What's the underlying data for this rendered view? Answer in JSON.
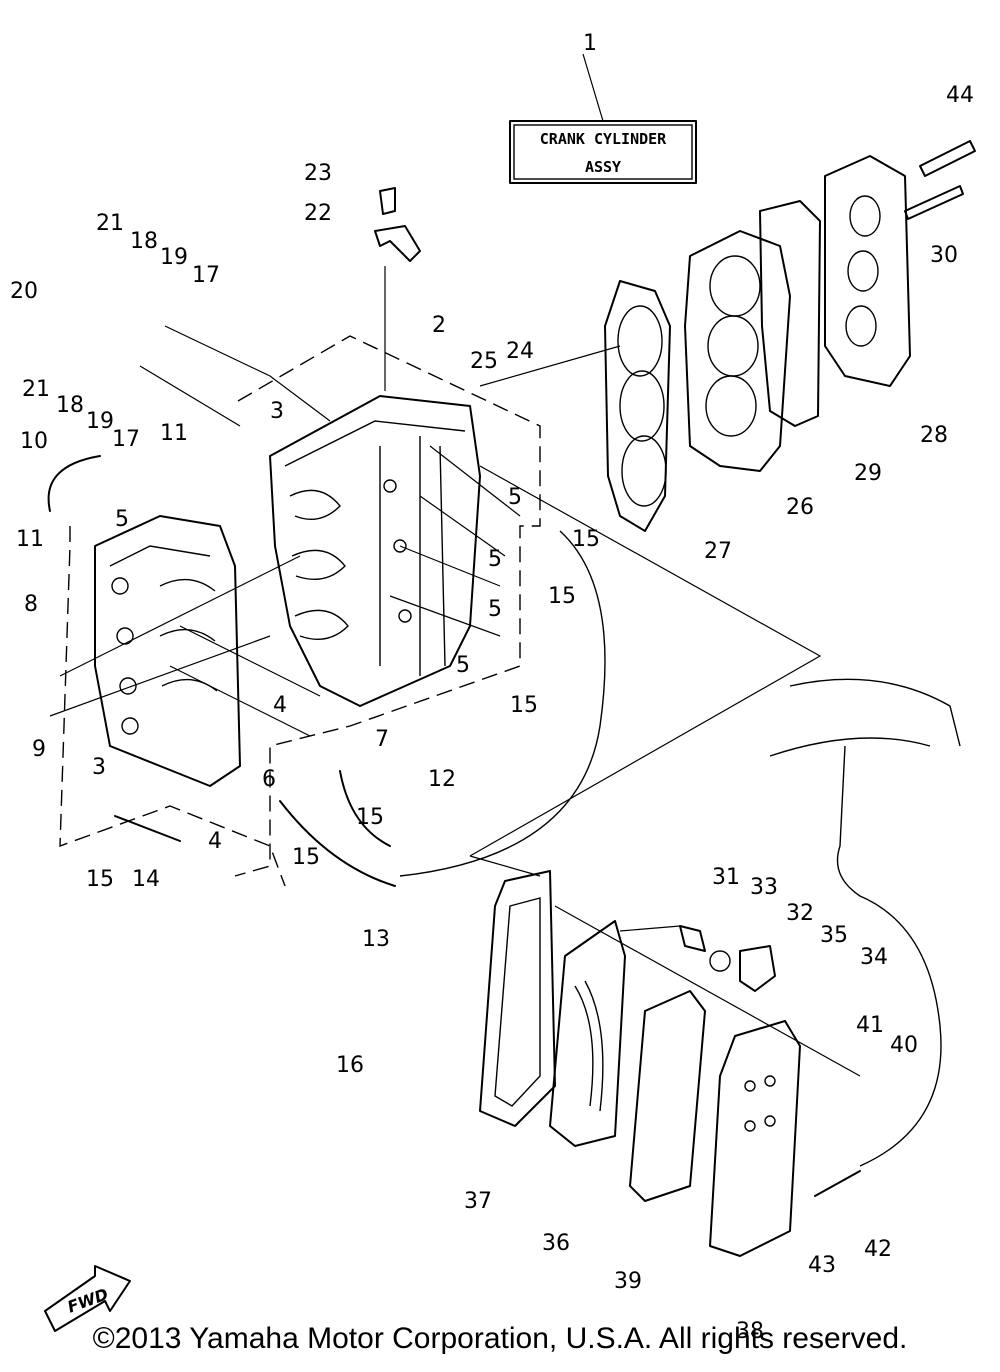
{
  "title_box": {
    "line1": "CRANK CYLINDER",
    "line2": "ASSY"
  },
  "fwd_label": "FWD",
  "copyright": "©2013 Yamaha Motor Corporation, U.S.A. All rights reserved.",
  "callouts": [
    "1",
    "2",
    "3",
    "3",
    "4",
    "4",
    "5",
    "5",
    "5",
    "5",
    "5",
    "6",
    "7",
    "8",
    "9",
    "10",
    "11",
    "11",
    "12",
    "13",
    "14",
    "15",
    "15",
    "15",
    "15",
    "15",
    "15",
    "16",
    "17",
    "17",
    "18",
    "18",
    "19",
    "19",
    "20",
    "21",
    "21",
    "22",
    "23",
    "24",
    "25",
    "26",
    "27",
    "28",
    "29",
    "30",
    "31",
    "32",
    "33",
    "34",
    "35",
    "36",
    "37",
    "38",
    "39",
    "40",
    "41",
    "42",
    "43",
    "44"
  ]
}
